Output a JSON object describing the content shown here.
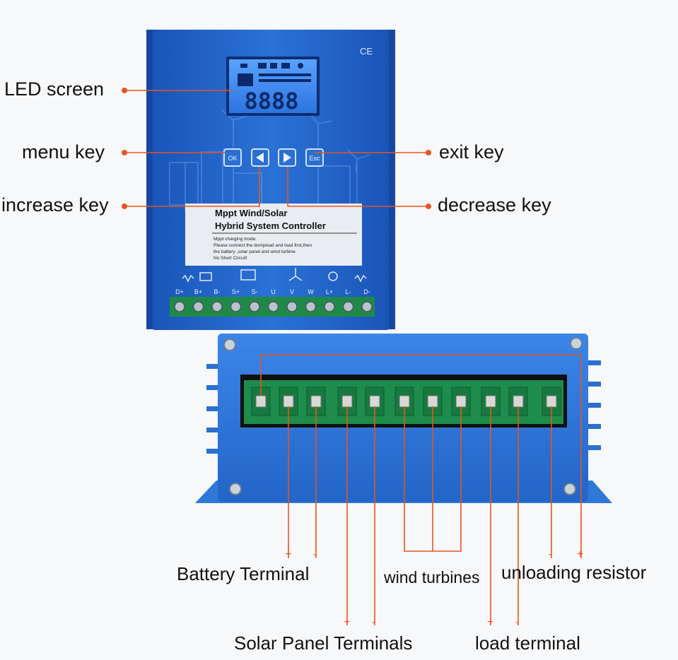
{
  "colors": {
    "accent": "#e8541f",
    "housing": "#1f63c7",
    "lcd": "#2e7fe6"
  },
  "device": {
    "ce_mark": "CE",
    "label_title_1": "Mppt Wind/Solar",
    "label_title_2": "Hybrid System Controller",
    "label_lines": [
      "Mppt charging mode.",
      "Please connect the dumpload and load first,then",
      "the battery ,solar panel and wind turbine.",
      "No Short Circuit!"
    ],
    "keys": {
      "ok": "OK",
      "esc": "Esc"
    },
    "lcd_digits": "8888",
    "terminal_labels": [
      "D+",
      "B+",
      "B-",
      "S+",
      "S-",
      "U",
      "V",
      "W",
      "L+",
      "L-",
      "D-"
    ]
  },
  "callouts": {
    "led_screen": "LED screen",
    "menu_key": "menu key",
    "exit_key": "exit key",
    "increase_key": "increase key",
    "decrease_key": "decrease key",
    "battery_terminal": "Battery Terminal",
    "wind_turbines": "wind turbines",
    "unloading_resistor": "unloading resistor",
    "solar_panel_terminals": "Solar Panel Terminals",
    "load_terminal": "load terminal"
  },
  "polarity": {
    "battery_pos": "+",
    "battery_neg": "-",
    "solar_pos": "+",
    "solar_neg": "-",
    "load_pos": "+",
    "load_neg": "-",
    "resistor_neg": "-",
    "resistor_pos": "+"
  }
}
